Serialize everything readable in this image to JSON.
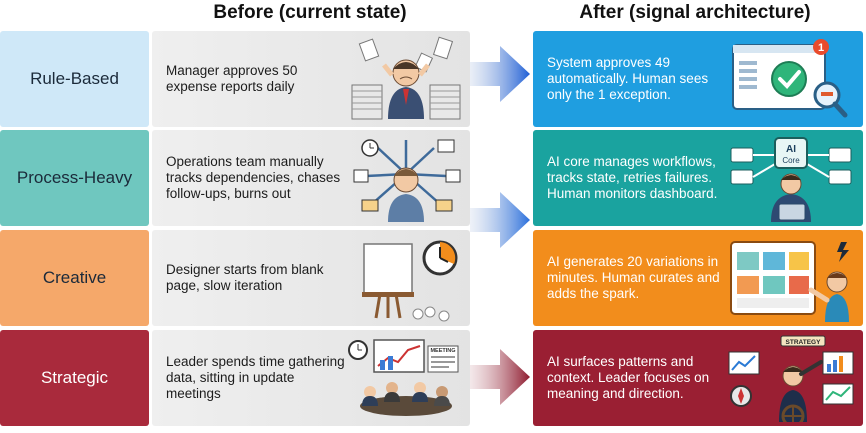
{
  "headers": {
    "before": "Before (current state)",
    "after": "After (signal architecture)"
  },
  "rows": [
    {
      "label": "Rule-Based",
      "before": "Manager approves 50 expense reports daily",
      "after": "System approves 49 automatically. Human sees only the 1 exception.",
      "before_icon": "stressed-manager-paperwork-icon",
      "after_icon": "approval-checkmark-screen-icon",
      "after_badge": "1"
    },
    {
      "label": "Process-Heavy",
      "before": "Operations team manually tracks dependencies, chases follow-ups, burns out",
      "after": "AI core manages workflows, tracks state, retries failures. Human monitors dashboard.",
      "before_icon": "overwhelmed-worker-icon",
      "after_icon": "ai-core-dashboard-icon",
      "ai_core_top": "AI",
      "ai_core_bottom": "Core"
    },
    {
      "label": "Creative",
      "before": "Designer starts from blank page, slow iteration",
      "after": "AI generates 20 variations in minutes. Human curates and adds the spark.",
      "before_icon": "blank-easel-clock-icon",
      "after_icon": "design-variations-board-icon"
    },
    {
      "label": "Strategic",
      "before": "Leader spends time gathering data, sitting in update meetings",
      "after": "AI surfaces patterns and context. Leader focuses on meaning and direction.",
      "before_icon": "meeting-room-icon",
      "after_icon": "strategy-leader-telescope-icon",
      "before_badge": "MEETING",
      "after_badge": "STRATEGY"
    }
  ],
  "colors": {
    "rule_label": "#cfe8f8",
    "process_label": "#6fc7bf",
    "creative_label": "#f5a86a",
    "strategic_label": "#a92a3c",
    "rule_after": "#1f9ee0",
    "process_after": "#1aa39f",
    "creative_after": "#f28d1c",
    "strategic_after": "#9a1f33",
    "arrow_blue": "#1f5fd6",
    "arrow_red": "#8e1a2e"
  }
}
